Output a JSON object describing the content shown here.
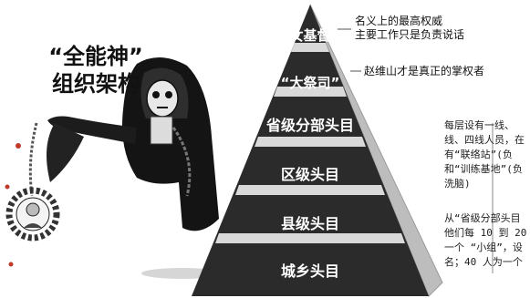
{
  "title": {
    "line1": "“全能神”",
    "line2": "组织架构"
  },
  "pyramid": {
    "tiers": [
      {
        "label": "“女基督”"
      },
      {
        "label": "“大祭司”"
      },
      {
        "label": "省级分部头目"
      },
      {
        "label": "区级头目"
      },
      {
        "label": "县级头目"
      },
      {
        "label": "城乡头目"
      }
    ]
  },
  "annotations": {
    "top_note": {
      "line1": "名义上的最高权威",
      "line2": "主要工作只是负责说话"
    },
    "second_note": "赵维山才是真正的掌权者"
  },
  "side_text": {
    "block1": [
      "每层设有一线、",
      "线、四线人员，在",
      "有“联络站”(负",
      "和“训练基地”(负",
      "洗脑)"
    ],
    "block2": [
      "从“省级分部头目",
      "他们每 10 到 20",
      "一个 “小组”，设",
      "名；40 人为一个"
    ]
  },
  "colors": {
    "pyramid_face": "#2b2b2b",
    "pyramid_side": "#bdbdbd",
    "label_text": "#ffffff"
  }
}
